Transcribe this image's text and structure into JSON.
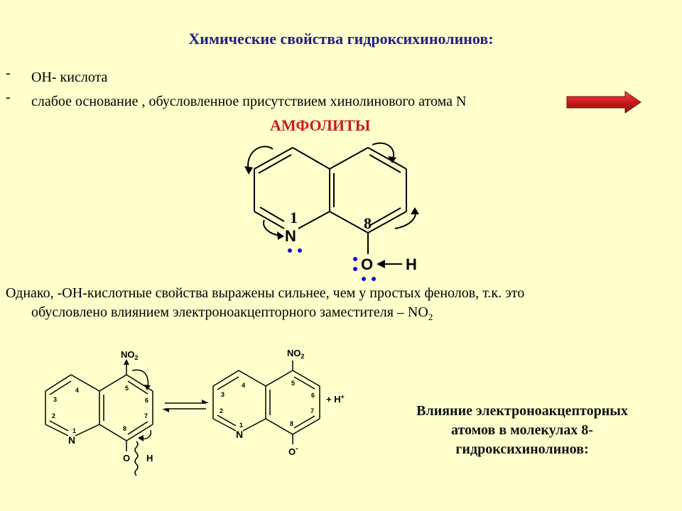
{
  "title": "Химические свойства гидроксихинолинов:",
  "bullets": [
    {
      "marker": "-",
      "text": "ОН- кислота"
    },
    {
      "marker": "-",
      "text": "слабое основание , обусловленное присутствием хинолинового атома N"
    }
  ],
  "ampholytes_label": "АМФОЛИТЫ",
  "arrow_color": "#cc1a1a",
  "main_structure": {
    "atom_n": "N",
    "atom_o": "O",
    "atom_h": "H",
    "position_1": "1",
    "position_8": "8",
    "lone_pair_color": "#1010dd"
  },
  "paragraph": {
    "line1": "Однако, -ОН-кислотные свойства выражены сильнее, чем у простых фенолов, т.к. это",
    "line2_prefix": "обусловлено влиянием электроноакцепторного заместителя – NO",
    "line2_subscript": "2"
  },
  "scheme": {
    "left": {
      "substituent": "NO",
      "substituent_sub": "2",
      "atom_n": "N",
      "atom_o": "O",
      "atom_h": "H",
      "numbers": [
        "1",
        "2",
        "3",
        "4",
        "5",
        "6",
        "7",
        "8"
      ]
    },
    "right": {
      "substituent": "NO",
      "substituent_sub": "2",
      "atom_n": "N",
      "atom_o": "O",
      "charge": "-",
      "proton": "+ H",
      "proton_charge": "+",
      "numbers": [
        "1",
        "2",
        "3",
        "4",
        "5",
        "6",
        "7",
        "8"
      ]
    }
  },
  "caption": {
    "line1": "Влияние электроноакцепторных",
    "line2": "атомов в молекулах 8-",
    "line3": "гидроксихинолинов:"
  }
}
